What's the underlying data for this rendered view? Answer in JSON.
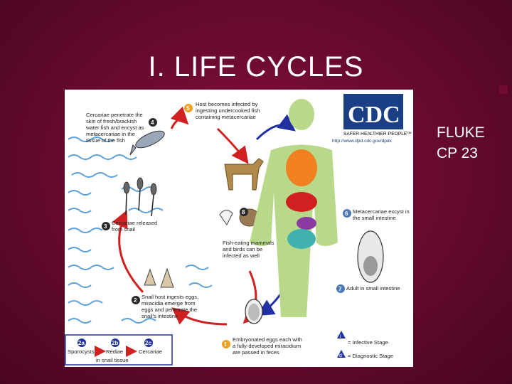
{
  "slide": {
    "title": "I. LIFE CYCLES",
    "side_label_line1": "FLUKE",
    "side_label_line2": "CP 23"
  },
  "figure": {
    "logo_text": "CDC",
    "logo_tagline": "SAFER·HEALTHIER·PEOPLE™",
    "logo_url": "http://www.dpd.cdc.gov/dpdx",
    "steps": [
      {
        "num": "1",
        "lines": [
          "Embryonated eggs each with",
          "a fully-developed miracidium",
          "are passed in feces"
        ]
      },
      {
        "num": "2",
        "lines": [
          "Snail host ingests eggs,",
          "miracidia emerge from",
          "eggs and penetrate the",
          "snail's intestine"
        ]
      },
      {
        "num": "3",
        "lines": [
          "Cercariae released",
          "from snail"
        ]
      },
      {
        "num": "4",
        "lines": [
          "Cercariae penetrate the",
          "skin of fresh/brackish",
          "water fish and encyst as",
          "metacercariae in the",
          "tissue of the fish"
        ]
      },
      {
        "num": "5",
        "lines": [
          "Host becomes infected by",
          "ingesting undercooked fish",
          "containing metacercariae"
        ]
      },
      {
        "num": "6",
        "lines": [
          "Metacercariae excyst in",
          "the small intestine"
        ]
      },
      {
        "num": "7",
        "lines": [
          "Adult in small intestine"
        ]
      },
      {
        "num": "8",
        "lines": [
          "Fish-eating mammals",
          "and birds can be",
          "infected as well"
        ]
      }
    ],
    "substages": {
      "a_num": "2a",
      "b_num": "2b",
      "c_num": "2c",
      "a_label": "Sporocysts",
      "b_label": "Rediae",
      "c_label": "Cercariae",
      "caption": "in snail tissue"
    },
    "legend": {
      "infective_marker": "i",
      "infective_label": "= Infective Stage",
      "diagnostic_marker": "d",
      "diagnostic_label": "= Diagnostic Stage"
    },
    "colors": {
      "step_badge": "#f0a020",
      "arrow_red": "#d02020",
      "arrow_blue": "#2030a0",
      "water": "#5a9fd8",
      "background": "#6a0a30"
    }
  }
}
